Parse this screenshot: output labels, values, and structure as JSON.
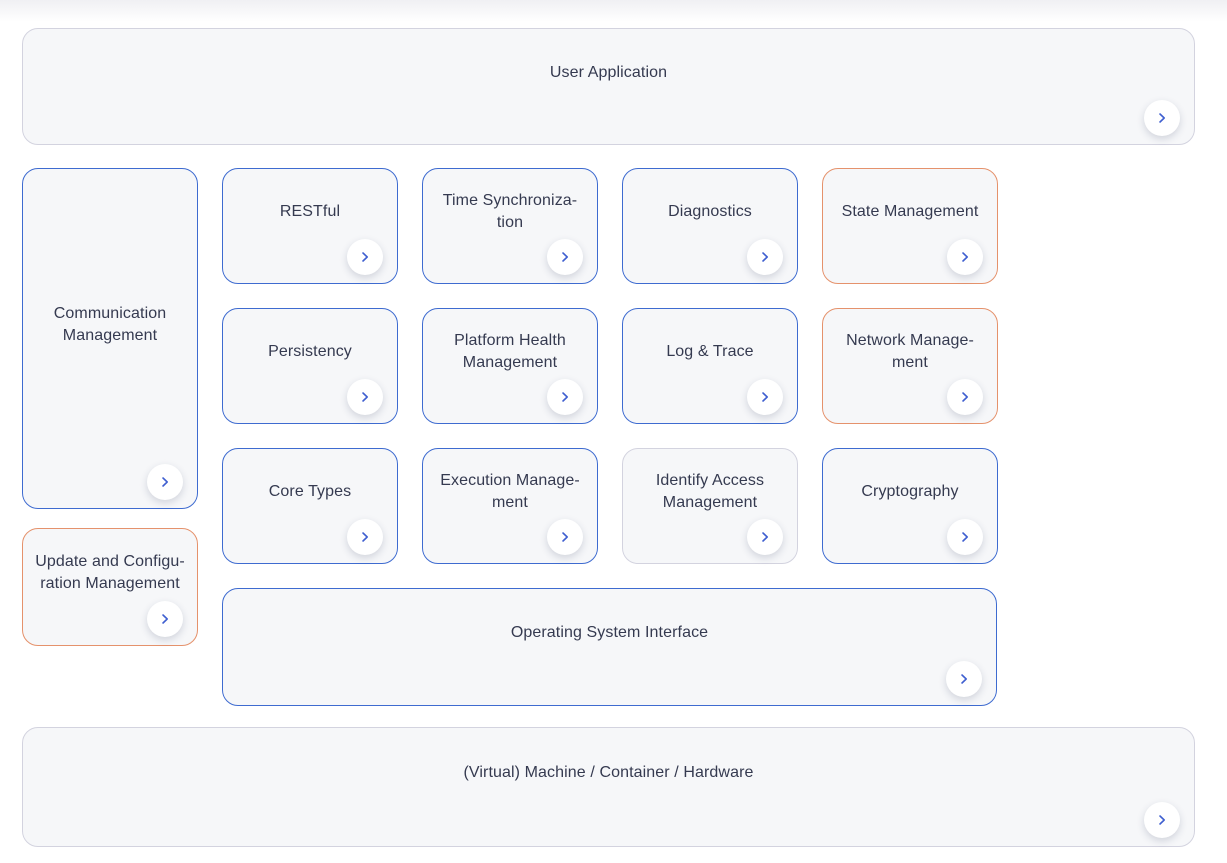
{
  "colors": {
    "blue_border": "#3e6bd0",
    "orange_border": "#e5926c",
    "gray_border": "#d3d3df",
    "card_background": "#f6f7f9",
    "label_text": "#353a50",
    "chevron_icon": "#3f5fd0",
    "chevron_circle": "#ffffff"
  },
  "blocks": {
    "user_application": {
      "label": "User Application"
    },
    "communication_management": {
      "label": "Communication\nManagement"
    },
    "restful": {
      "label": "RESTful"
    },
    "time_synchronization": {
      "label": "Time Synchroniza-\ntion"
    },
    "diagnostics": {
      "label": "Diagnostics"
    },
    "state_management": {
      "label": "State Management"
    },
    "persistency": {
      "label": "Persistency"
    },
    "platform_health_management": {
      "label": "Platform Health\nManagement"
    },
    "log_and_trace": {
      "label": "Log & Trace"
    },
    "network_management": {
      "label": "Network Manage-\nment"
    },
    "core_types": {
      "label": "Core Types"
    },
    "execution_management": {
      "label": "Execution Manage-\nment"
    },
    "identify_access_management": {
      "label": "Identify Access\nManagement"
    },
    "cryptography": {
      "label": "Cryptography"
    },
    "update_configuration_management": {
      "label": "Update and Configu-\nration Management"
    },
    "operating_system_interface": {
      "label": "Operating System Interface"
    },
    "virtual_machine_container_hardware": {
      "label": "(Virtual) Machine / Container / Hardware"
    }
  }
}
